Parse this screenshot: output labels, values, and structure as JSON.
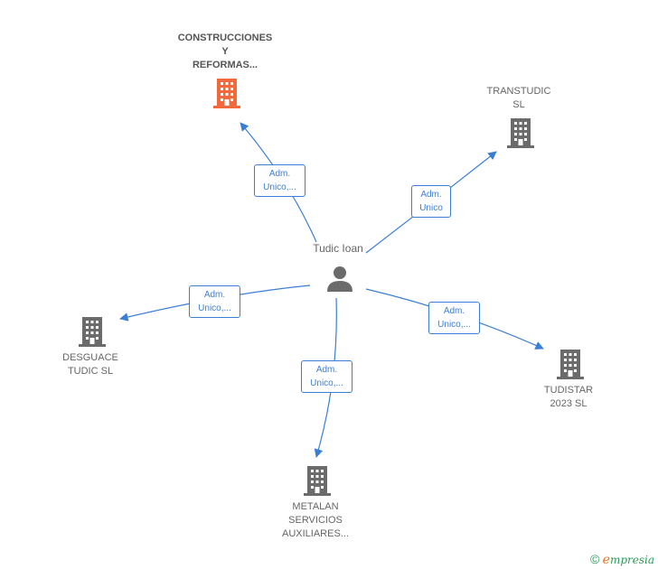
{
  "center": {
    "name": "Tudic Ioan",
    "icon": "person-icon"
  },
  "companies": [
    {
      "id": "construcciones",
      "name": "CONSTRUCCIONES\nY\nREFORMAS...",
      "color": "#f26a3c",
      "highlight": true,
      "icon": "building-icon"
    },
    {
      "id": "transtudic",
      "name": "TRANSTUDIC\nSL",
      "color": "#6b6b6b",
      "highlight": false,
      "icon": "building-icon"
    },
    {
      "id": "desguace",
      "name": "DESGUACE\nTUDIC  SL",
      "color": "#6b6b6b",
      "highlight": false,
      "icon": "building-icon"
    },
    {
      "id": "tudistar",
      "name": "TUDISTAR\n2023  SL",
      "color": "#6b6b6b",
      "highlight": false,
      "icon": "building-icon"
    },
    {
      "id": "metalan",
      "name": "METALAN\nSERVICIOS\nAUXILIARES...",
      "color": "#6b6b6b",
      "highlight": false,
      "icon": "building-icon"
    }
  ],
  "relations": [
    {
      "to": "construcciones",
      "label": "Adm.\nUnico,..."
    },
    {
      "to": "transtudic",
      "label": "Adm.\nUnico"
    },
    {
      "to": "desguace",
      "label": "Adm.\nUnico,..."
    },
    {
      "to": "tudistar",
      "label": "Adm.\nUnico,..."
    },
    {
      "to": "metalan",
      "label": "Adm.\nUnico,..."
    }
  ],
  "colors": {
    "edge": "#3b7fd4",
    "person": "#6b6b6b"
  },
  "brand": {
    "copyright": "©",
    "first_letter": "e",
    "rest": "mpresia"
  }
}
